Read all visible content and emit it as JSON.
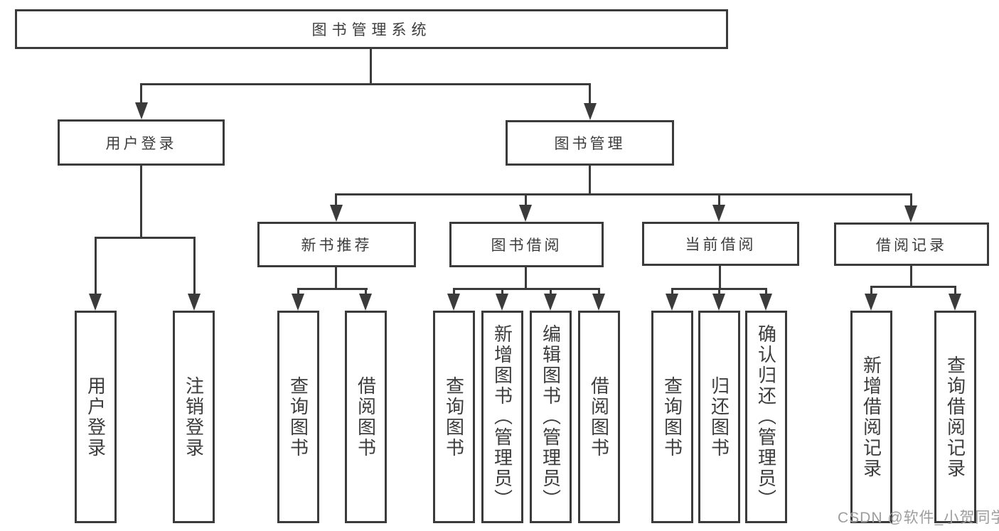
{
  "diagram": {
    "root": {
      "label": "图书管理系统"
    },
    "level2": [
      {
        "label": "用户登录"
      },
      {
        "label": "图书管理"
      }
    ],
    "level3": [
      {
        "label": "新书推荐"
      },
      {
        "label": "图书借阅"
      },
      {
        "label": "当前借阅"
      },
      {
        "label": "借阅记录"
      }
    ],
    "leaves": [
      {
        "label": "用户登录"
      },
      {
        "label": "注销登录"
      },
      {
        "label": "查询图书"
      },
      {
        "label": "借阅图书"
      },
      {
        "label": "查询图书"
      },
      {
        "label": "新增图书（管理员）"
      },
      {
        "label": "编辑图书（管理员）"
      },
      {
        "label": "借阅图书"
      },
      {
        "label": "查询图书"
      },
      {
        "label": "归还图书"
      },
      {
        "label": "确认归还（管理员）"
      },
      {
        "label": "新增借阅记录"
      },
      {
        "label": "查询借阅记录"
      }
    ],
    "colors": {
      "line": "#3b3b3b",
      "text": "#3d3d3d",
      "watermark": "#9d9d9d"
    }
  },
  "watermark": {
    "text": "CSDN @软件_小贺同学"
  }
}
